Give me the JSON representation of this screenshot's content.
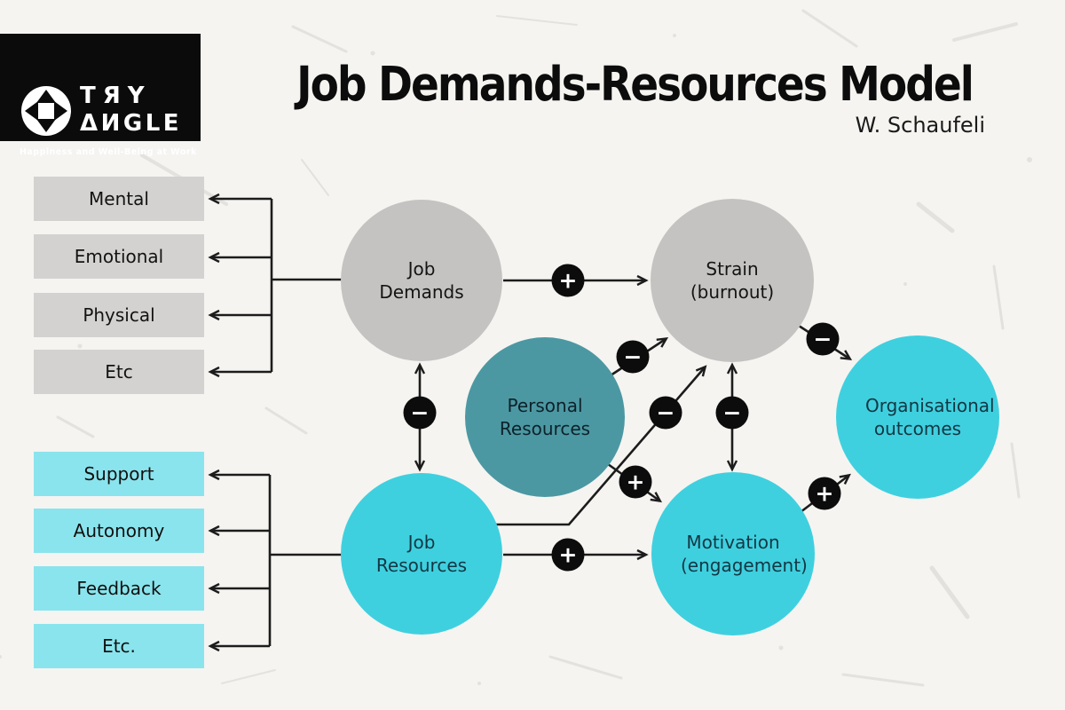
{
  "logo": {
    "brand_top": "TЯY",
    "brand_bottom": "ΔИGLE",
    "tagline": "Happiness and Well-Being at Work"
  },
  "header": {
    "title": "Job Demands-Resources Model",
    "author": "W. Schaufeli"
  },
  "job_demand_types": {
    "items": [
      "Mental",
      "Emotional",
      "Physical",
      "Etc"
    ]
  },
  "job_resource_types": {
    "items": [
      "Support",
      "Autonomy",
      "Feedback",
      "Etc."
    ]
  },
  "nodes": {
    "job_demands": {
      "label": "Job Demands"
    },
    "strain": {
      "label": "Strain (burnout)"
    },
    "personal_resources": {
      "label": "Personal Resources"
    },
    "job_resources": {
      "label": "Job Resources"
    },
    "motivation": {
      "label": "Motivation (engagement)"
    },
    "organisational_outcomes": {
      "label": "Organisational outcomes"
    }
  },
  "connections": [
    {
      "from": "job-demands",
      "to": "strain",
      "sign": "+"
    },
    {
      "from": "job-resources",
      "to": "motivation",
      "sign": "+"
    },
    {
      "from": "job-demands",
      "to": "job-resources",
      "sign": "−",
      "two_way": true
    },
    {
      "from": "strain",
      "to": "motivation",
      "sign": "−",
      "two_way": true
    },
    {
      "from": "personal-resources",
      "to": "strain",
      "sign": "−"
    },
    {
      "from": "job-resources",
      "to": "strain",
      "sign": "−"
    },
    {
      "from": "personal-resources",
      "to": "motivation",
      "sign": "+"
    },
    {
      "from": "strain",
      "to": "organisational-outcomes",
      "sign": "−"
    },
    {
      "from": "motivation",
      "to": "organisational-outcomes",
      "sign": "+"
    }
  ],
  "palette": {
    "background": "#f5f4f1",
    "gray_box": "#d3d2d0",
    "gray_circle": "#c4c3c1",
    "cyan_circle": "#3fd0df",
    "light_cyan_box": "#8ae4ed",
    "teal_circle": "#4c98a2",
    "badge_black": "#0c0c0c",
    "line_black": "#1c1c1c"
  }
}
